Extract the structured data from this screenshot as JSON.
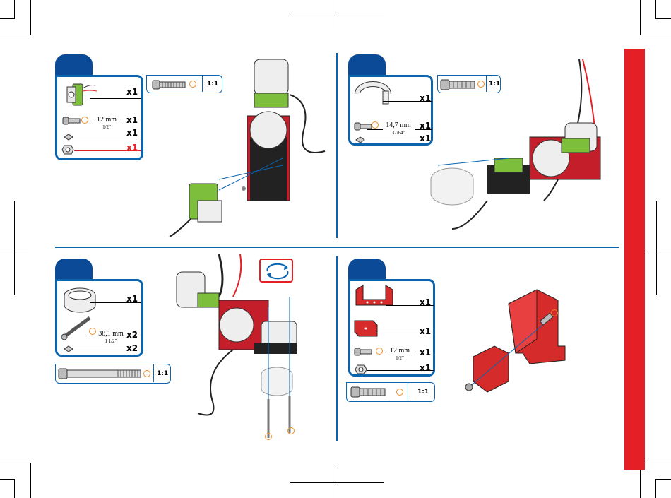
{
  "colors": {
    "accent": "#0a64ae",
    "tab": "#0a4a96",
    "red": "#e41f26",
    "orange": "#f28c28",
    "servo_green": "#7dbe3c"
  },
  "steps": [
    {
      "parts": [
        {
          "icon": "servo-motor-icon",
          "qty": "x1"
        },
        {
          "icon": "screw-icon",
          "qty": "x1",
          "length": "12 mm",
          "inch": "1/2\""
        },
        {
          "icon": "washer-icon",
          "qty": "x1"
        },
        {
          "icon": "nut-icon",
          "qty": "x1",
          "highlight": true
        }
      ],
      "scale": "1:1"
    },
    {
      "parts": [
        {
          "icon": "servo-horn-bracket-icon",
          "qty": "x1"
        },
        {
          "icon": "screw-icon",
          "qty": "x1",
          "length": "14,7 mm",
          "inch": "37/64\""
        },
        {
          "icon": "washer-icon",
          "qty": "x1"
        }
      ],
      "scale": "1:1"
    },
    {
      "parts": [
        {
          "icon": "ring-bracket-icon",
          "qty": "x1"
        },
        {
          "icon": "long-screw-icon",
          "qty": "x2",
          "length": "38,1 mm",
          "inch": "1 1/2\""
        },
        {
          "icon": "washer-icon",
          "qty": "x2"
        }
      ],
      "scale": "1:1"
    },
    {
      "parts": [
        {
          "icon": "u-bracket-icon",
          "qty": "x1"
        },
        {
          "icon": "small-bracket-icon",
          "qty": "x1"
        },
        {
          "icon": "screw-icon",
          "qty": "x1",
          "length": "12 mm",
          "inch": "1/2\""
        },
        {
          "icon": "nut-icon",
          "qty": "x1"
        }
      ],
      "scale": "1:1"
    }
  ]
}
